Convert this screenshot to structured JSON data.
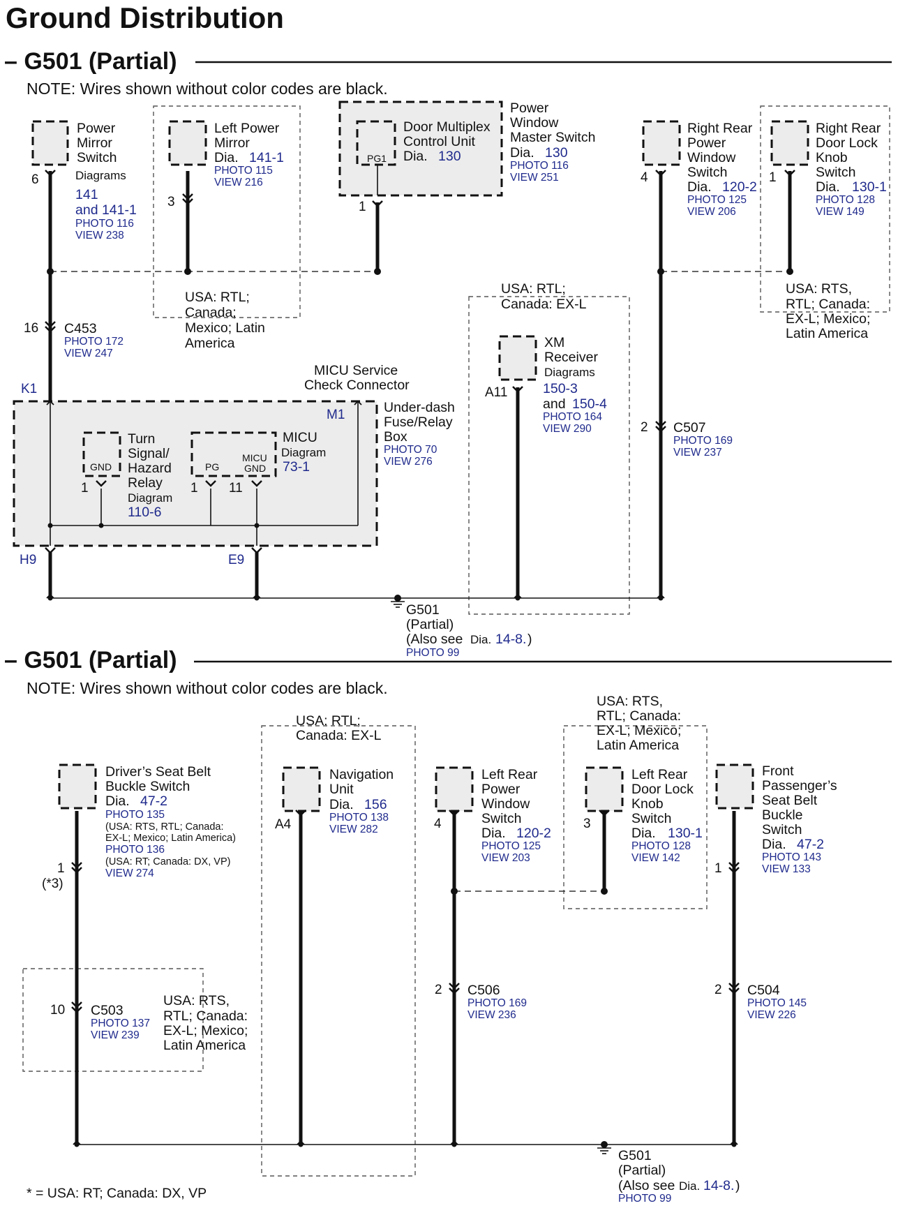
{
  "title": "Ground Distribution",
  "footnote": "* = USA: RT; Canada: DX, VP",
  "sections": [
    {
      "heading": "– G501 (Partial)",
      "note": "NOTE: Wires shown without color codes are black.",
      "components": {
        "power_mirror_switch": {
          "name": [
            "Power",
            "Mirror",
            "Switch"
          ],
          "ref_label": "Diagrams",
          "dia": [
            "141",
            "and 141-1"
          ],
          "photo": "PHOTO 116",
          "view": "VIEW 238",
          "pin": "6"
        },
        "left_power_mirror": {
          "name": [
            "Left Power",
            "Mirror"
          ],
          "dia": "141-1",
          "photo": "PHOTO 115",
          "view": "VIEW 216",
          "pin": "3"
        },
        "door_multiplex": {
          "name": [
            "Door Multiplex",
            "Control Unit"
          ],
          "dia": "130",
          "inner_pin": "PG1",
          "pin": "1"
        },
        "power_window_master": {
          "name": [
            "Power",
            "Window",
            "Master Switch"
          ],
          "dia": "130",
          "photo": "PHOTO 116",
          "view": "VIEW 251"
        },
        "right_rear_power_window": {
          "name": [
            "Right Rear",
            "Power",
            "Window",
            "Switch"
          ],
          "dia": "120-2",
          "photo": "PHOTO 125",
          "view": "VIEW 206",
          "pin": "4"
        },
        "right_rear_door_lock": {
          "name": [
            "Right Rear",
            "Door Lock",
            "Knob",
            "Switch"
          ],
          "dia": "130-1",
          "photo": "PHOTO 128",
          "view": "VIEW 149",
          "pin": "1"
        },
        "xm_receiver": {
          "name": [
            "XM",
            "Receiver"
          ],
          "ref_label": "Diagrams",
          "dia": [
            "150-3",
            "150-4"
          ],
          "dia_join": "and",
          "photo": "PHOTO 164",
          "view": "VIEW 290",
          "pin": "A11"
        },
        "turn_signal_relay": {
          "name": [
            "Turn",
            "Signal/",
            "Hazard",
            "Relay"
          ],
          "ref_label": "Diagram",
          "dia": "110-6",
          "inner_pin": "GND",
          "pin": "1"
        },
        "micu": {
          "name": "MICU",
          "ref_label": "Diagram",
          "dia": "73-1",
          "inner_pins": [
            "PG",
            "MICU",
            "GND"
          ],
          "pins": [
            "1",
            "11"
          ]
        },
        "underdash_box": {
          "name": [
            "Under-dash",
            "Fuse/Relay",
            "Box"
          ],
          "photo": "PHOTO 70",
          "view": "VIEW 276",
          "pins_top": [
            "K1",
            "M1"
          ],
          "pins_bottom": [
            "H9",
            "E9"
          ]
        },
        "micu_service": {
          "name": [
            "MICU Service",
            "Check Connector"
          ]
        }
      },
      "options": {
        "left_mirror": [
          "USA: RTL;",
          "Canada;",
          "Mexico; Latin",
          "America"
        ],
        "xm": [
          "USA: RTL;",
          "Canada: EX-L"
        ],
        "door_lock": [
          "USA: RTS,",
          "RTL; Canada:",
          "EX-L; Mexico;",
          "Latin America"
        ]
      },
      "connectors": {
        "c453": {
          "name": "C453",
          "pin": "16",
          "photo": "PHOTO 172",
          "view": "VIEW 247"
        },
        "c507": {
          "name": "C507",
          "pin": "2",
          "photo": "PHOTO 169",
          "view": "VIEW 237"
        }
      },
      "ground": {
        "name": "G501",
        "lines": [
          "(Partial)",
          "(Also see"
        ],
        "dia_prefix": "Dia.",
        "dia": "14-8.",
        "close": ")",
        "photo": "PHOTO 99"
      }
    },
    {
      "heading": "– G501 (Partial)",
      "note": "NOTE: Wires shown without color codes are black.",
      "components": {
        "driver_belt": {
          "name": [
            "Driver’s Seat Belt",
            "Buckle Switch"
          ],
          "dia": "47-2",
          "photo1": "PHOTO 135",
          "photo1_note": [
            "(USA: RTS, RTL; Canada:",
            "EX-L; Mexico; Latin America)"
          ],
          "photo2": "PHOTO 136",
          "photo2_note": "(USA: RT; Canada: DX, VP)",
          "view": "VIEW 274",
          "pin": "1",
          "pin_note": "(*3)"
        },
        "navigation": {
          "name": [
            "Navigation",
            "Unit"
          ],
          "dia": "156",
          "photo": "PHOTO 138",
          "view": "VIEW 282",
          "pin": "A4"
        },
        "left_rear_window": {
          "name": [
            "Left Rear",
            "Power",
            "Window",
            "Switch"
          ],
          "dia": "120-2",
          "photo": "PHOTO 125",
          "view": "VIEW 203",
          "pin": "4"
        },
        "left_rear_lock": {
          "name": [
            "Left Rear",
            "Door Lock",
            "Knob",
            "Switch"
          ],
          "dia": "130-1",
          "photo": "PHOTO 128",
          "view": "VIEW 142",
          "pin": "3"
        },
        "front_pass_belt": {
          "name": [
            "Front",
            "Passenger’s",
            "Seat Belt",
            "Buckle",
            "Switch"
          ],
          "dia": "47-2",
          "photo": "PHOTO 143",
          "view": "VIEW 133",
          "pin": "1"
        }
      },
      "options": {
        "nav": [
          "USA: RTL;",
          "Canada: EX-L"
        ],
        "lock": [
          "USA: RTS,",
          "RTL; Canada:",
          "EX-L; Mexico;",
          "Latin America"
        ],
        "c503": [
          "USA: RTS,",
          "RTL; Canada:",
          "EX-L; Mexico;",
          "Latin America"
        ]
      },
      "connectors": {
        "c503": {
          "name": "C503",
          "pin": "10",
          "photo": "PHOTO 137",
          "view": "VIEW 239"
        },
        "c506": {
          "name": "C506",
          "pin": "2",
          "photo": "PHOTO 169",
          "view": "VIEW 236"
        },
        "c504": {
          "name": "C504",
          "pin": "2",
          "photo": "PHOTO 145",
          "view": "VIEW 226"
        }
      },
      "ground": {
        "name": "G501",
        "lines": [
          "(Partial)",
          "(Also see"
        ],
        "dia_prefix": "Dia.",
        "dia": "14-8.",
        "close": ")",
        "photo": "PHOTO 99"
      }
    }
  ],
  "dia_prefix": "Dia.",
  "colors": {
    "link": "#1f2a8c",
    "component_fill": "#ececec"
  }
}
